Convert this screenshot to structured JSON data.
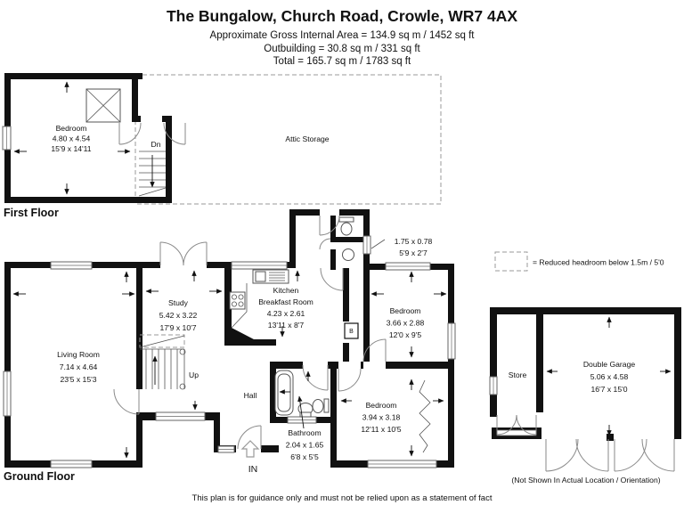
{
  "header": {
    "title": "The Bungalow, Church Road, Crowle, WR7 4AX",
    "line1": "Approximate Gross Internal Area = 134.9 sq m / 1452 sq ft",
    "line2": "Outbuilding = 30.8 sq m / 331 sq ft",
    "line3": "Total = 165.7 sq m / 1783 sq ft"
  },
  "floors": {
    "first": "First Floor",
    "ground": "Ground Floor"
  },
  "legend": {
    "text": "= Reduced headroom below 1.5m / 5'0"
  },
  "labels": {
    "attic": "Attic Storage",
    "dn": "Dn",
    "up": "Up",
    "in": "IN",
    "boiler": "B",
    "garage_note": "(Not Shown In Actual Location / Orientation)",
    "disclaimer": "This plan is for guidance only and must not be relied upon as a statement of fact"
  },
  "rooms": {
    "ff_bedroom": {
      "name": "Bedroom",
      "metric": "4.80 x 4.54",
      "imperial": "15'9 x 14'11"
    },
    "living": {
      "name": "Living Room",
      "metric": "7.14 x 4.64",
      "imperial": "23'5 x 15'3"
    },
    "study": {
      "name": "Study",
      "metric": "5.42 x 3.22",
      "imperial": "17'9 x 10'7"
    },
    "kitchen": {
      "name": "Kitchen",
      "name2": "Breakfast Room",
      "metric": "4.23 x 2.61",
      "imperial": "13'11 x 8'7"
    },
    "wc": {
      "metric": "1.75 x 0.78",
      "imperial": "5'9 x 2'7"
    },
    "bedroom1": {
      "name": "Bedroom",
      "metric": "3.66 x 2.88",
      "imperial": "12'0 x 9'5"
    },
    "bedroom2": {
      "name": "Bedroom",
      "metric": "3.94 x 3.18",
      "imperial": "12'11 x 10'5"
    },
    "bathroom": {
      "name": "Bathroom",
      "metric": "2.04 x 1.65",
      "imperial": "6'8 x 5'5"
    },
    "hall": {
      "name": "Hall"
    },
    "store": {
      "name": "Store"
    },
    "garage": {
      "name": "Double Garage",
      "metric": "5.06 x 4.58",
      "imperial": "16'7 x 15'0"
    }
  },
  "colors": {
    "wall": "#111111",
    "door_line": "#888888",
    "text": "#111111"
  }
}
